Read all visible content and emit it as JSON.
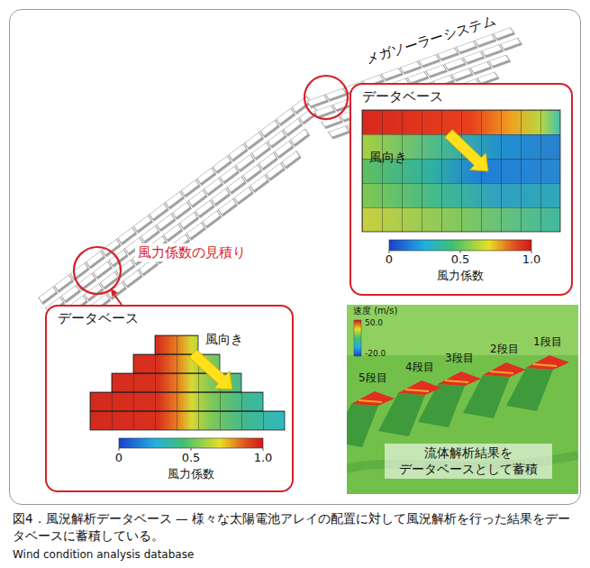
{
  "diagram": {
    "caption": "図4．風況解析データベース — 様々な太陽電池アレイの配置に対して風況解析を行った結果をデータベースに蓄積している。",
    "nodes": [
      {
        "text": [
          "メガソーラーシステム",
          "風力係数の見積り"
        ]
      },
      {
        "text": [
          "データベース",
          "風向き",
          "0",
          "0.5",
          "1.0",
          "風力係数"
        ],
        "in": 0
      },
      {
        "text": [
          "データベース",
          "風向き",
          "0",
          "0.5",
          "1.0",
          "風力係数"
        ],
        "in": 0
      },
      {
        "text": [
          "速度 (m/s)",
          "50.0",
          "-20.0",
          "1段目",
          "2段目",
          "3段目",
          "4段目",
          "5段目",
          "流体解析結果を データベースとして蓄積"
        ],
        "in": 0
      }
    ],
    "labels": [
      "Wind condition analysis database"
    ]
  }
}
